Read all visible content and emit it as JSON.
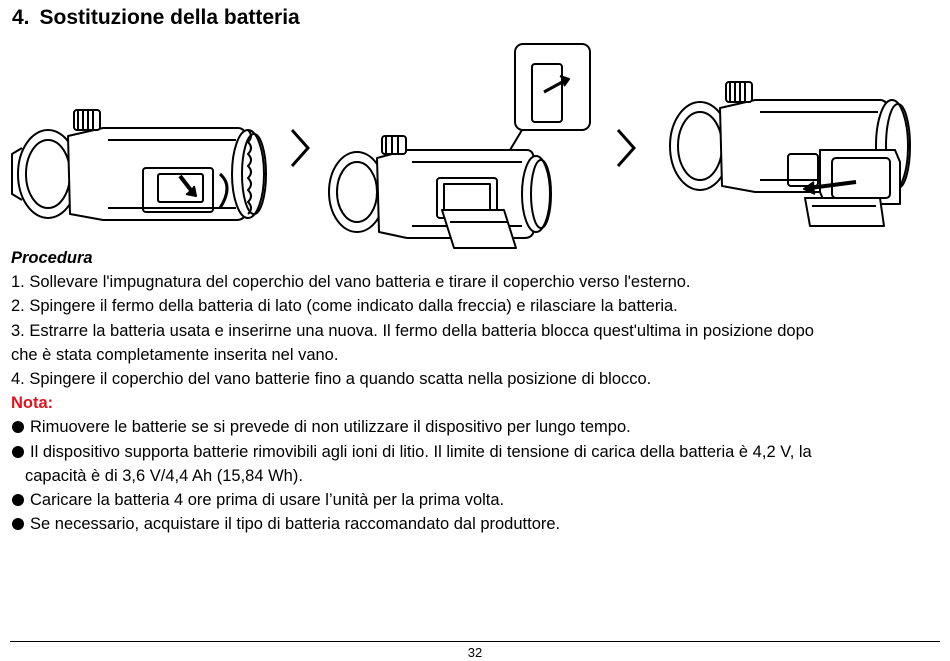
{
  "heading": {
    "number": "4.",
    "text": "Sostituzione della batteria"
  },
  "figure_icons": [
    "scope-step-1-icon",
    "chevron-right-icon",
    "scope-step-2-icon",
    "chevron-right-icon",
    "scope-step-3-icon"
  ],
  "procedure": {
    "title": "Procedura",
    "steps": [
      "1. Sollevare l'impugnatura del coperchio del vano batteria e tirare il coperchio verso l'esterno.",
      "2. Spingere il fermo della batteria di lato (come indicato dalla freccia) e rilasciare la batteria.",
      "3. Estrarre la batteria usata e inserirne una nuova. Il fermo della batteria blocca quest'ultima in posizione dopo",
      "che è stata completamente inserita nel vano.",
      "4. Spingere il coperchio del vano batterie fino a quando scatta nella posizione di blocco."
    ]
  },
  "note": {
    "title": "Nota:",
    "bullets": [
      {
        "lines": [
          "Rimuovere le batterie se si prevede di non utilizzare il dispositivo per lungo tempo."
        ]
      },
      {
        "lines": [
          "Il dispositivo supporta batterie rimovibili agli ioni di litio. Il limite di tensione di carica della batteria è 4,2 V, la",
          "capacità è di 3,6 V/4,4 Ah (15,84 Wh)."
        ]
      },
      {
        "lines": [
          "Caricare la batteria 4 ore prima di usare l’unità per la prima volta."
        ]
      },
      {
        "lines": [
          "Se necessario, acquistare il tipo di batteria raccomandato dal produttore."
        ]
      }
    ]
  },
  "footer": {
    "page_number": "32"
  }
}
